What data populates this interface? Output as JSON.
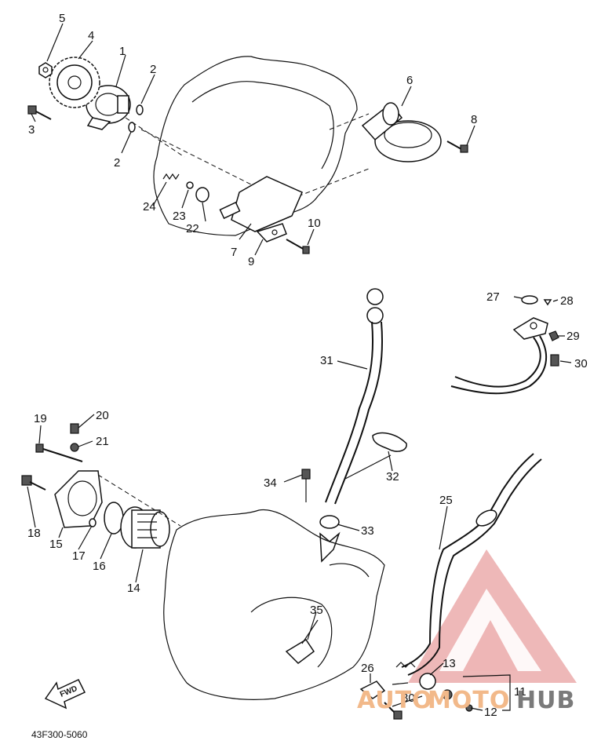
{
  "diagram": {
    "drawing_code": "43F300-5060",
    "fwd_label": "FWD",
    "callouts": [
      {
        "id": "c1",
        "label": "1"
      },
      {
        "id": "c2a",
        "label": "2"
      },
      {
        "id": "c2b",
        "label": "2"
      },
      {
        "id": "c3",
        "label": "3"
      },
      {
        "id": "c4",
        "label": "4"
      },
      {
        "id": "c5",
        "label": "5"
      },
      {
        "id": "c6",
        "label": "6"
      },
      {
        "id": "c7",
        "label": "7"
      },
      {
        "id": "c8",
        "label": "8"
      },
      {
        "id": "c9",
        "label": "9"
      },
      {
        "id": "c10",
        "label": "10"
      },
      {
        "id": "c11",
        "label": "11"
      },
      {
        "id": "c12",
        "label": "12"
      },
      {
        "id": "c13",
        "label": "13"
      },
      {
        "id": "c14",
        "label": "14"
      },
      {
        "id": "c15",
        "label": "15"
      },
      {
        "id": "c16",
        "label": "16"
      },
      {
        "id": "c17",
        "label": "17"
      },
      {
        "id": "c18",
        "label": "18"
      },
      {
        "id": "c19",
        "label": "19"
      },
      {
        "id": "c20",
        "label": "20"
      },
      {
        "id": "c21",
        "label": "21"
      },
      {
        "id": "c22",
        "label": "22"
      },
      {
        "id": "c23",
        "label": "23"
      },
      {
        "id": "c24",
        "label": "24"
      },
      {
        "id": "c25",
        "label": "25"
      },
      {
        "id": "c26",
        "label": "26"
      },
      {
        "id": "c27",
        "label": "27"
      },
      {
        "id": "c28",
        "label": "28"
      },
      {
        "id": "c29",
        "label": "29"
      },
      {
        "id": "c30a",
        "label": "30"
      },
      {
        "id": "c30b",
        "label": "30"
      },
      {
        "id": "c31",
        "label": "31"
      },
      {
        "id": "c32",
        "label": "32"
      },
      {
        "id": "c33",
        "label": "33"
      },
      {
        "id": "c34",
        "label": "34"
      },
      {
        "id": "c35",
        "label": "35"
      }
    ]
  },
  "watermark": {
    "part1": "AUTO",
    "part2": "MOTO",
    "part3": "HUB",
    "color_primary": "#e8a0a0",
    "color_accent": "#f2b98a",
    "color_gray": "#7a7a7a"
  }
}
